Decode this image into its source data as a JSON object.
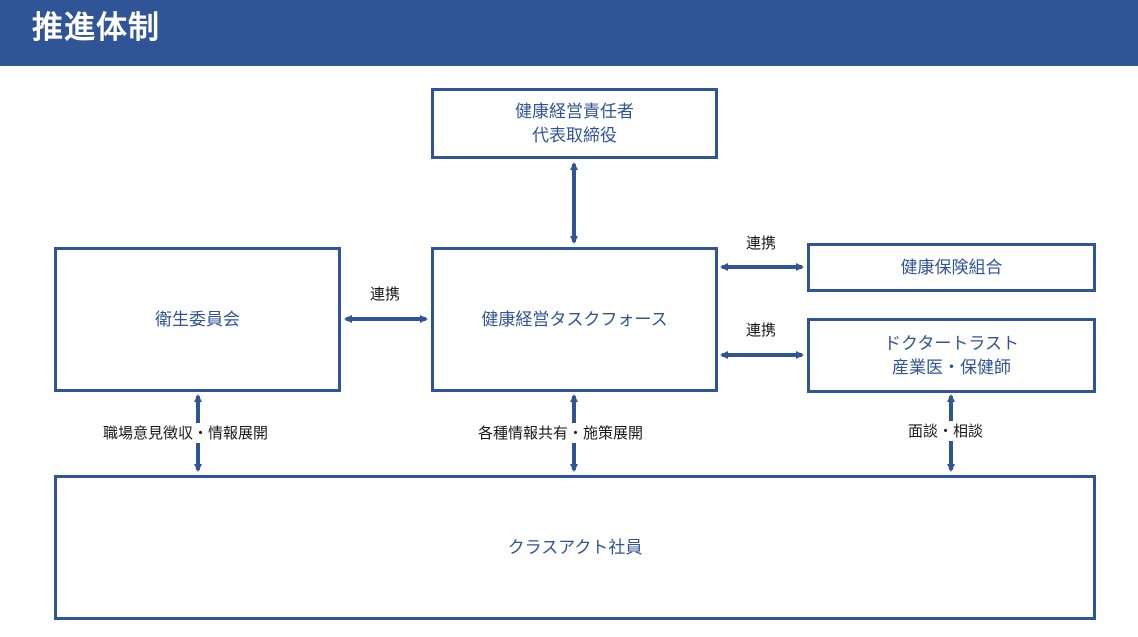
{
  "header": {
    "title": "推進体制"
  },
  "nodes": {
    "ceo": {
      "line1": "健康経営責任者",
      "line2": "代表取締役"
    },
    "taskforce": {
      "label": "健康経営タスクフォース"
    },
    "health_committee": {
      "label": "衛生委員会"
    },
    "insurance": {
      "label": "健康保険組合"
    },
    "doctor_trust": {
      "line1": "ドクタートラスト",
      "line2": "産業医・保健師"
    },
    "employees": {
      "label": "クラスアクト社員"
    }
  },
  "edge_labels": {
    "committee_taskforce": "連携",
    "taskforce_insurance": "連携",
    "taskforce_doctor": "連携",
    "committee_employees": "職場意見徴収・情報展開",
    "taskforce_employees": "各種情報共有・施策展開",
    "doctor_employees": "面談・相談"
  },
  "colors": {
    "accent": "#2f5597",
    "text": "#1a1a1a"
  }
}
